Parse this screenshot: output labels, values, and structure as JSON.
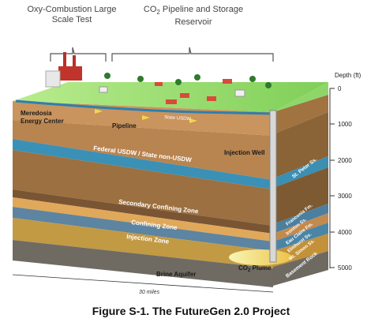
{
  "header": {
    "oxy_label": "Oxy-Combustion Large Scale Test",
    "pipeline_label_pre": "CO",
    "pipeline_label_sub": "2",
    "pipeline_label_post": " Pipeline and Storage Reservoir"
  },
  "depth": {
    "title": "Depth (ft)",
    "ticks": [
      "0",
      "1000",
      "2000",
      "3000",
      "4000",
      "5000"
    ]
  },
  "labels": {
    "energy_center": [
      "Meredosia",
      "Energy Center"
    ],
    "pipeline": "Pipeline",
    "state_usdw": "State USDW",
    "injection_well": "Injection Well",
    "federal_usdw": "Federal USDW / State non-USDW",
    "secondary_zone": "Secondary Confining Zone",
    "confining_zone": "Confining Zone",
    "injection_zone": "Injection Zone",
    "brine_aquifer": "Brine Aquifer",
    "co2_plume_pre": "CO",
    "co2_plume_sub": "2",
    "co2_plume_post": " Plume",
    "scale": "30 miles"
  },
  "formations": [
    "St. Peter Ss.",
    "Franconia Fm.",
    "Ironton Ss.",
    "Eau Claire Fm.",
    "Elmhurst Ss.",
    "Mt. Simon Ss.",
    "Basement Rock"
  ],
  "caption": "Figure S-1. The FutureGen 2.0 Project",
  "colors": {
    "surface": "#8fd66a",
    "tan": "#c8935a",
    "blue": "#3c8fb4",
    "brown": "#6b4a2d"
  }
}
